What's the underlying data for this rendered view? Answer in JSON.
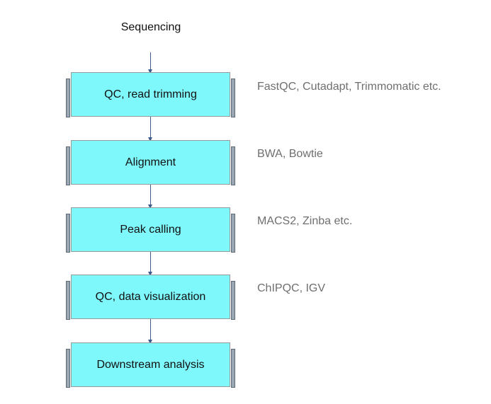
{
  "diagram": {
    "title": "Sequencing",
    "steps": [
      {
        "label": "QC, read trimming",
        "tools": "FastQC, Cutadapt, Trimmomatic etc."
      },
      {
        "label": "Alignment",
        "tools": "BWA, Bowtie"
      },
      {
        "label": "Peak calling",
        "tools": "MACS2, Zinba etc."
      },
      {
        "label": "QC, data visualization",
        "tools": "ChIPQC, IGV"
      },
      {
        "label": "Downstream analysis",
        "tools": ""
      }
    ],
    "colors": {
      "box_fill": "#7ff8fb",
      "box_border": "#9a9a9a",
      "side_bar": "#9aa6b2",
      "arrow": "#3d5a8a",
      "tool_text": "#6f6f6f"
    }
  }
}
